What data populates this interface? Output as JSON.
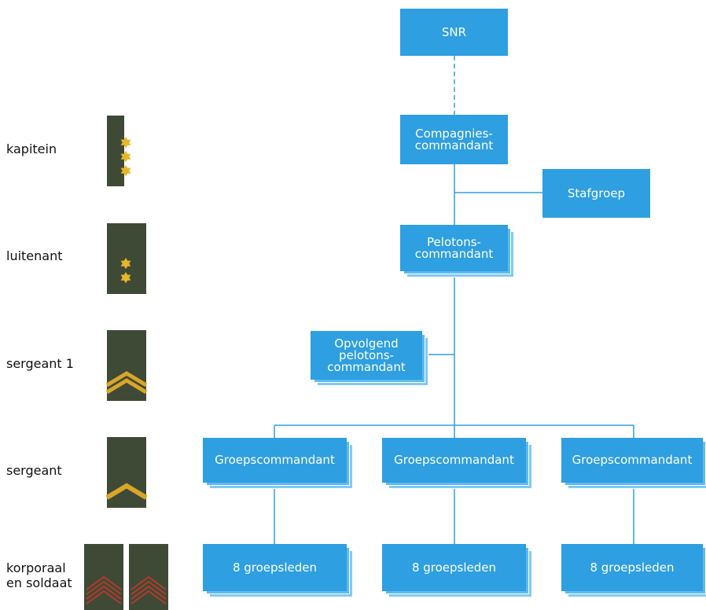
{
  "ranks": [
    {
      "label": "kapitein",
      "insignia": "three-stars"
    },
    {
      "label": "luitenant",
      "insignia": "two-stars"
    },
    {
      "label": "sergeant 1",
      "insignia": "double-chevron"
    },
    {
      "label": "sergeant",
      "insignia": "single-chevron"
    },
    {
      "label": "korporaal\nen soldaat",
      "insignia": "red-chevrons"
    }
  ],
  "nodes": {
    "snr": "SNR",
    "compagniescommandant": "Compagnies-\ncommandant",
    "stafgroep": "Stafgroep",
    "pelotonscommandant": "Pelotons-\ncommandant",
    "opvolgend": "Opvolgend\npelotons-\ncommandant",
    "groepscommandant": [
      "Groepscommandant",
      "Groepscommandant",
      "Groepscommandant"
    ],
    "groepsleden": [
      "8 groepsleden",
      "8 groepsleden",
      "8 groepsleden"
    ]
  },
  "colors": {
    "box": "#2e9fe0",
    "box_shadow_1": "#5fb9f0",
    "box_shadow_2": "#7fcaf5",
    "connector": "#2e9fe0",
    "insignia_bg": "#3f4a36",
    "star": "#e6b62a",
    "chevron": "#d9a62a",
    "red_chevron": "#b43a2c"
  }
}
